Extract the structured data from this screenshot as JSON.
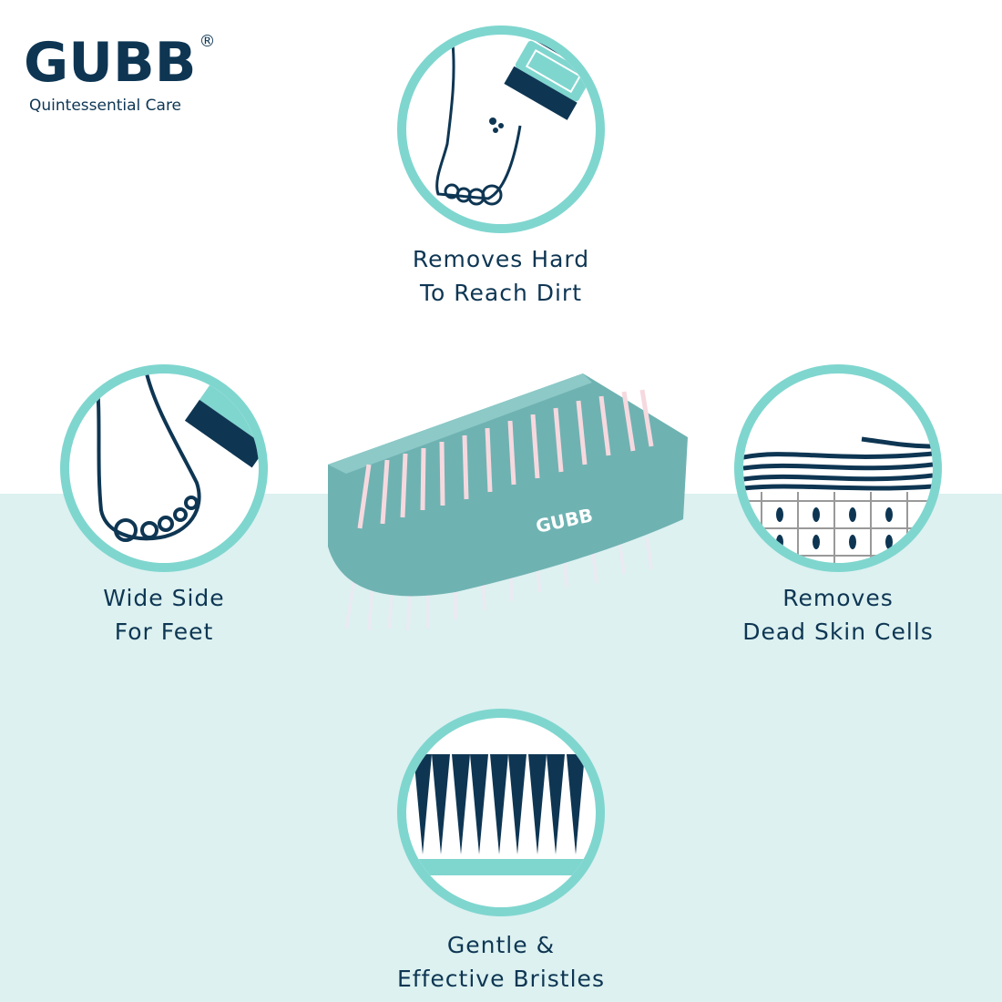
{
  "brand": {
    "name": "GUBB",
    "registered": "®",
    "tagline": "Quintessential Care"
  },
  "features": [
    {
      "line1": "Removes Hard",
      "line2": "To Reach Dirt",
      "icon": "foot-brush-icon"
    },
    {
      "line1": "Wide Side",
      "line2": "For Feet",
      "icon": "foot-icon"
    },
    {
      "line1": "Removes",
      "line2": "Dead Skin Cells",
      "icon": "skin-cells-icon"
    },
    {
      "line1": "Gentle &",
      "line2": "Effective Bristles",
      "icon": "bristles-icon"
    }
  ],
  "product": {
    "logo": "GUBB"
  },
  "colors": {
    "navy": "#0e3653",
    "teal": "#7fd6cf",
    "background": "#dcf1f0",
    "brush": "#6fb2b2"
  }
}
